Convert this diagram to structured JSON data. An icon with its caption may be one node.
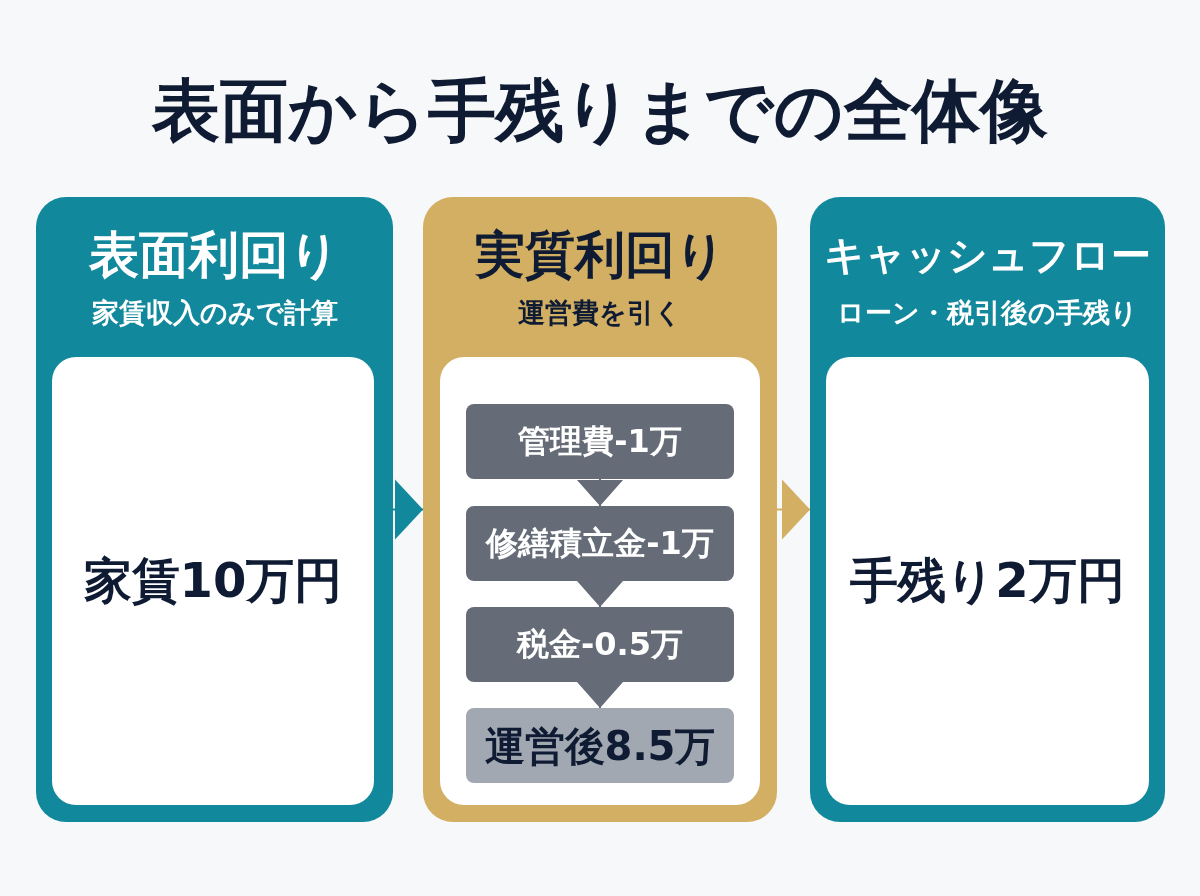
{
  "diagram": {
    "title": "表面から手残りまでの全体像",
    "nodes": [
      {
        "text": [
          "表面利回り",
          "家賃収入のみで計算"
        ]
      },
      {
        "text": [
          "家賃10万円"
        ],
        "in": 0
      },
      {
        "text": [
          "実質利回り",
          "運営費を引く"
        ]
      },
      {
        "text": [],
        "shape": "box",
        "in": 2
      },
      {
        "text": [
          "管理費-1万"
        ],
        "in": 3
      },
      {
        "text": [
          "修繕積立金-1万"
        ],
        "in": 3
      },
      {
        "text": [
          "税金-0.5万"
        ],
        "in": 3
      },
      {
        "text": [
          "運営後8.5万"
        ],
        "in": 3
      },
      {
        "text": [
          "キャッシュフロー",
          "ローン・税引後の手残り"
        ]
      },
      {
        "text": [
          "手残り2万円"
        ],
        "in": 8
      }
    ],
    "edges": [
      {
        "from": 0,
        "to": 2,
        "arrow": "to",
        "color": "#12889c"
      },
      {
        "from": 4,
        "to": 5,
        "arrow": "to"
      },
      {
        "from": 5,
        "to": 6,
        "arrow": "to"
      },
      {
        "from": 6,
        "to": 7,
        "arrow": "to"
      },
      {
        "from": 2,
        "to": 8,
        "arrow": "to",
        "color": "#d3af63"
      }
    ]
  }
}
